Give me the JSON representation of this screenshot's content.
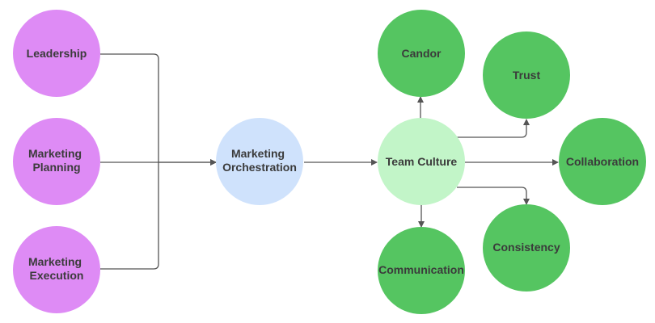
{
  "diagram": {
    "colors": {
      "leadership_nodes": "#de8bf5",
      "orchestration_node": "#cfe2fc",
      "culture_node": "#c2f5c8",
      "value_nodes": "#55c561",
      "connector": "#555555",
      "text": "#3b3b3b"
    },
    "nodes": {
      "leadership": [
        "Leadership"
      ],
      "marketing_planning": [
        "Marketing",
        "Planning"
      ],
      "marketing_execution": [
        "Marketing",
        "Execution"
      ],
      "marketing_orchestration": [
        "Marketing",
        "Orchestration"
      ],
      "team_culture": [
        "Team Culture"
      ],
      "candor": [
        "Candor"
      ],
      "trust": [
        "Trust"
      ],
      "collaboration": [
        "Collaboration"
      ],
      "consistency": [
        "Consistency"
      ],
      "communication": [
        "Communication"
      ]
    },
    "edges": [
      {
        "from": "leadership",
        "to": "marketing_orchestration"
      },
      {
        "from": "marketing_planning",
        "to": "marketing_orchestration"
      },
      {
        "from": "marketing_execution",
        "to": "marketing_orchestration"
      },
      {
        "from": "marketing_orchestration",
        "to": "team_culture"
      },
      {
        "from": "team_culture",
        "to": "candor"
      },
      {
        "from": "team_culture",
        "to": "trust"
      },
      {
        "from": "team_culture",
        "to": "collaboration"
      },
      {
        "from": "team_culture",
        "to": "consistency"
      },
      {
        "from": "team_culture",
        "to": "communication"
      }
    ]
  }
}
